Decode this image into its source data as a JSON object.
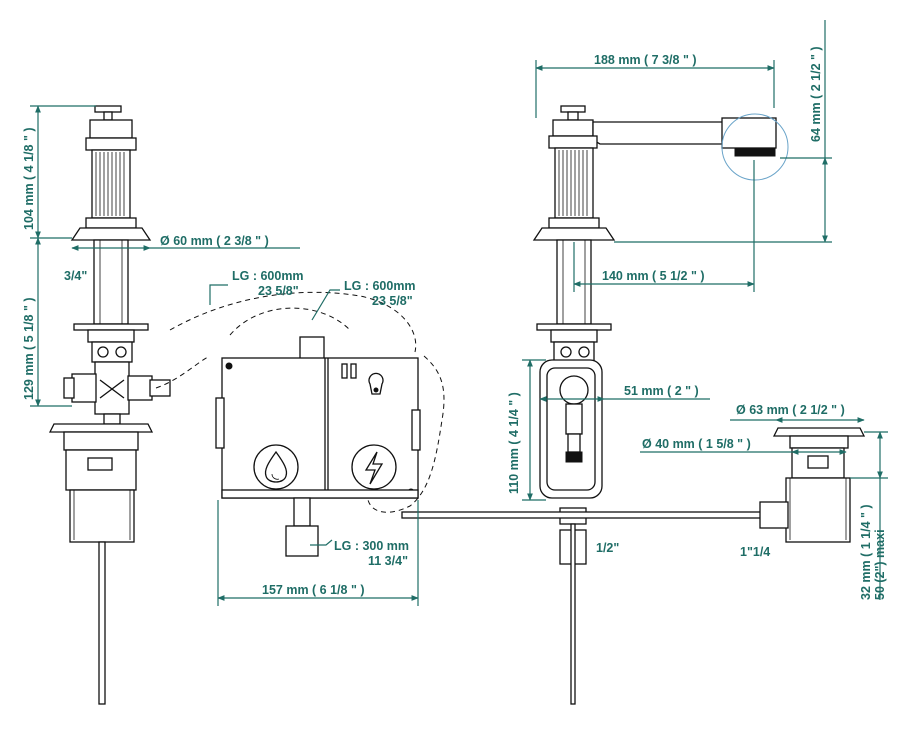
{
  "dimensions": {
    "left_height_top": "104 mm ( 4 1/8 \" )",
    "left_height_mid": "129 mm ( 5 1/8 \" )",
    "rosette_diameter": "Ø  60 mm ( 2 3/8 \" )",
    "thread_left": "3/4\"",
    "spout_length": "188 mm ( 7 3/8 \" )",
    "spout_height": "64 mm ( 2 1/2 \" )",
    "spout_reach": "140 mm ( 5 1/2 \" )",
    "body_width": "51 mm ( 2 \" )",
    "body_height": "110 mm ( 4 1/4 \" )",
    "drain_top_diameter": "Ø  63 mm ( 2 1/2 \" )",
    "drain_inner_diameter": "Ø  40 mm ( 1 5/8 \" )",
    "drain_height_1": "32 mm ( 1 1/4 \" )",
    "drain_height_2": "50 (2\") maxi",
    "drain_thread": "1\"1/4",
    "box_width": "157 mm ( 6 1/8 \" )",
    "hose_thread": "1/2\""
  },
  "cables": {
    "cable_1_length": "LG : 600mm",
    "cable_1_inch": "23 5/8\"",
    "cable_2_length": "LG : 600mm",
    "cable_2_inch": "23 5/8\"",
    "cable_3_length": "LG : 300 mm",
    "cable_3_inch": "11 3/4\""
  },
  "icons": {
    "water": "water-drop-icon",
    "power": "lightning-icon"
  },
  "colors": {
    "dimension": "#1f6d66",
    "highlight_circle": "#6aa4c9",
    "line": "#111111"
  }
}
